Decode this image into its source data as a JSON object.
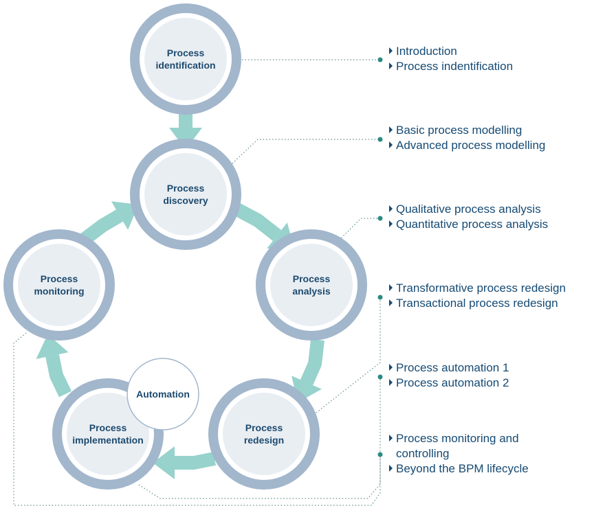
{
  "colors": {
    "ring_outer": "#a2b6cc",
    "ring_inner_fill": "#e9eef3",
    "arrow": "#97d2cc",
    "text": "#1d4a6e",
    "connector_dot": "#2b8a86"
  },
  "nodes": [
    {
      "id": "identification",
      "lines": [
        "Process",
        "identification"
      ]
    },
    {
      "id": "discovery",
      "lines": [
        "Process",
        "discovery"
      ]
    },
    {
      "id": "analysis",
      "lines": [
        "Process",
        "analysis"
      ]
    },
    {
      "id": "redesign",
      "lines": [
        "Process",
        "redesign"
      ]
    },
    {
      "id": "implementation",
      "lines": [
        "Process",
        "implementation"
      ]
    },
    {
      "id": "monitoring",
      "lines": [
        "Process",
        "monitoring"
      ]
    }
  ],
  "automation": {
    "label": "Automation"
  },
  "topics": [
    {
      "for": "identification",
      "items": [
        [
          "Introduction"
        ],
        [
          "Process indentification"
        ]
      ]
    },
    {
      "for": "discovery",
      "items": [
        [
          "Basic process modelling"
        ],
        [
          "Advanced process modelling"
        ]
      ]
    },
    {
      "for": "analysis",
      "items": [
        [
          "Qualitative process analysis"
        ],
        [
          "Quantitative process analysis"
        ]
      ]
    },
    {
      "for": "redesign",
      "items": [
        [
          "Transformative process redesign"
        ],
        [
          "Transactional process redesign"
        ]
      ]
    },
    {
      "for": "implementation",
      "items": [
        [
          "Process automation 1"
        ],
        [
          "Process automation 2"
        ]
      ]
    },
    {
      "for": "monitoring",
      "items": [
        [
          "Process monitoring and",
          "controlling"
        ],
        [
          "Beyond the BPM lifecycle"
        ]
      ]
    }
  ]
}
